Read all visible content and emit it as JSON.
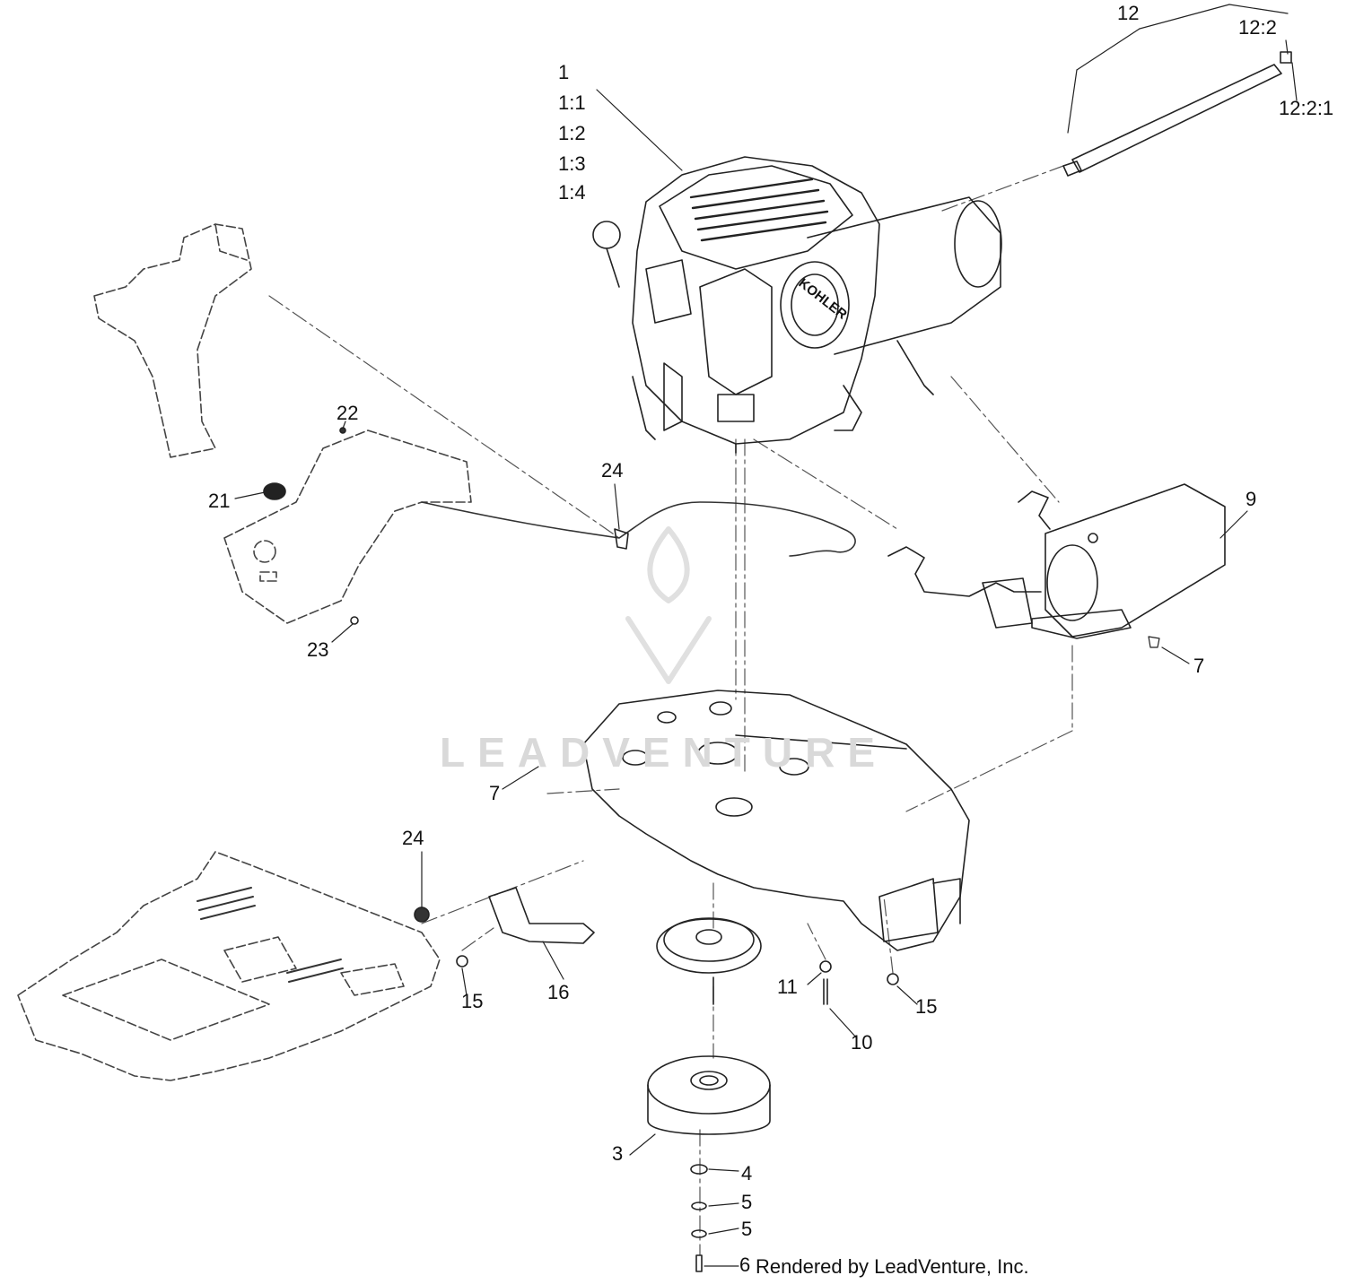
{
  "diagram": {
    "watermark_text": "LEADVENTURE",
    "footer_credit": "Rendered by LeadVenture, Inc.",
    "engine_brand": "KOHLER",
    "callouts": [
      "1",
      "1:1",
      "1:2",
      "1:3",
      "1:4",
      "12",
      "12:2",
      "12:2:1",
      "22",
      "21",
      "23",
      "24",
      "9",
      "7",
      "7",
      "24",
      "15",
      "16",
      "11",
      "10",
      "15",
      "3",
      "4",
      "5",
      "5",
      "6"
    ]
  }
}
